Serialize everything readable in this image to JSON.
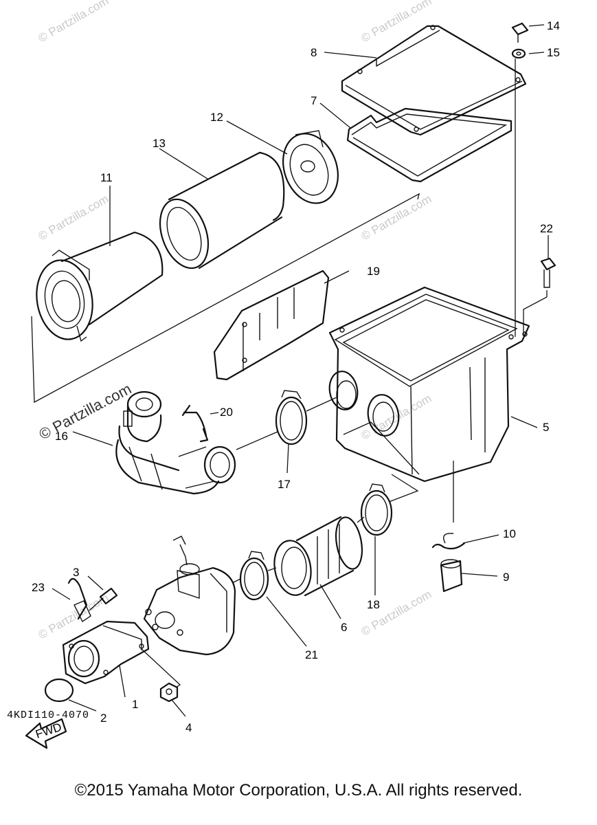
{
  "diagram": {
    "labels": {
      "p1": "1",
      "p2": "2",
      "p3": "3",
      "p4": "4",
      "p5": "5",
      "p6": "6",
      "p7": "7",
      "p8": "8",
      "p9": "9",
      "p10": "10",
      "p11": "11",
      "p12": "12",
      "p13": "13",
      "p14": "14",
      "p15": "15",
      "p16": "16",
      "p17": "17",
      "p18": "18",
      "p19": "19",
      "p20": "20",
      "p21": "21",
      "p22": "22",
      "p23": "23"
    },
    "direction_label": "FWD",
    "watermark": "© Partzilla.com",
    "watermark_prominent": "© Partzilla.com"
  },
  "footer": {
    "diagram_code": "4KDI110-4070",
    "copyright": "©2015 Yamaha Motor Corporation, U.S.A. All rights reserved."
  }
}
